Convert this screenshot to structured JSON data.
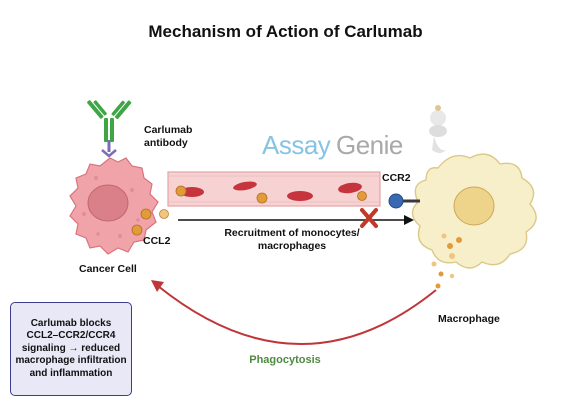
{
  "title": "Mechanism of Action of Carlumab",
  "labels": {
    "antibody": "Carlumab\nantibody",
    "cancer_cell": "Cancer Cell",
    "ccl2": "CCL2",
    "ccr2": "CCR2",
    "recruitment": "Recruitment of monocytes/\nmacrophages",
    "macrophage": "Macrophage",
    "phagocytosis": "Phagocytosis"
  },
  "info_box": {
    "text": "Carlumab blocks CCL2–CCR2/CCR4 signaling → reduced macrophage infiltration and inflammation"
  },
  "watermark": {
    "part1": "Assay",
    "part2": "Genie"
  },
  "colors": {
    "cancer_cell": "#f0a3a8",
    "nucleus": "#d98088",
    "antibody_green": "#3fa646",
    "antibody_purple": "#7a6cb6",
    "vessel": "#f6d3d2",
    "rbc": "#c6343d",
    "ccl2_dot": "#e29a3a",
    "macrophage": "#f7efc9",
    "ccr2_blue": "#3a69b4",
    "block_x": "#c0392b",
    "phago_arrow": "#c0353a",
    "phago_text": "#4f8a42",
    "info_border": "#3c3d8f",
    "watermark_blue": "#87c3e3",
    "watermark_gray": "#a9a9a9"
  }
}
